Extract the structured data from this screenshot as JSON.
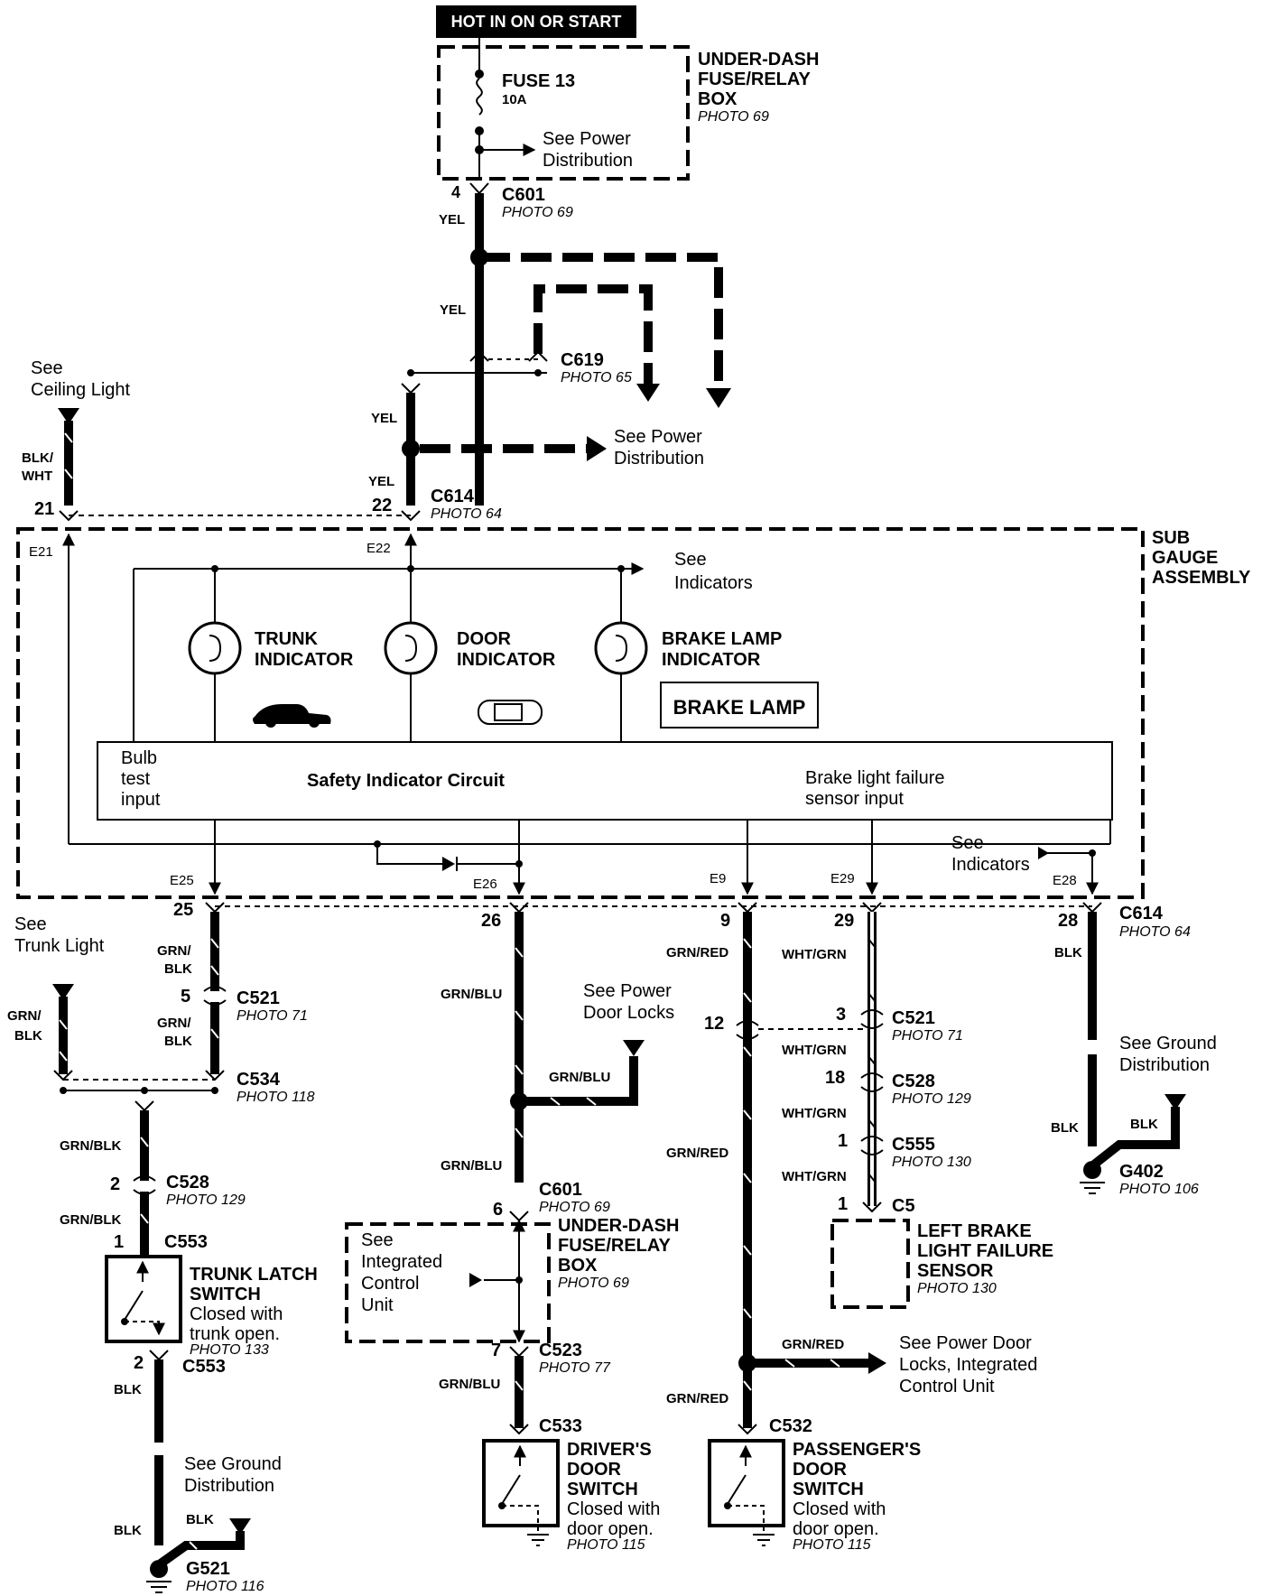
{
  "header": {
    "power_label": "HOT IN ON OR START"
  },
  "fuse_box_top": {
    "fuse": "FUSE 13",
    "rating": "10A",
    "see_power_1": "See Power",
    "see_power_2": "Distribution",
    "title_1": "UNDER-DASH",
    "title_2": "FUSE/RELAY",
    "title_3": "BOX",
    "photo": "PHOTO 69"
  },
  "c601_top": {
    "pin": "4",
    "name": "C601",
    "photo": "PHOTO 69",
    "wire": "YEL"
  },
  "c619": {
    "name": "C619",
    "photo": "PHOTO 65",
    "wire": "YEL"
  },
  "power_dist": {
    "line1": "See Power",
    "line2": "Distribution"
  },
  "ceiling": {
    "line1": "See",
    "line2": "Ceiling Light",
    "wire1": "BLK/",
    "wire2": "WHT",
    "pin": "21"
  },
  "c614_top": {
    "wire_a": "YEL",
    "wire_b": "YEL",
    "pin": "22",
    "name": "C614",
    "photo": "PHOTO 64"
  },
  "sub_gauge": {
    "title_1": "SUB",
    "title_2": "GAUGE",
    "title_3": "ASSEMBLY",
    "e21": "E21",
    "e22": "E22",
    "see_ind_1": "See",
    "see_ind_2": "Indicators",
    "trunk_1": "TRUNK",
    "trunk_2": "INDICATOR",
    "door_1": "DOOR",
    "door_2": "INDICATOR",
    "brake_1": "BRAKE LAMP",
    "brake_2": "INDICATOR",
    "brake_lamp_label": "BRAKE LAMP",
    "bulb_1": "Bulb",
    "bulb_2": "test",
    "bulb_3": "input",
    "circuit": "Safety Indicator Circuit",
    "failure_1": "Brake light failure",
    "failure_2": "sensor input",
    "see_ind2_1": "See",
    "see_ind2_2": "Indicators",
    "e25": "E25",
    "e26": "E26",
    "e9": "E9",
    "e29": "E29",
    "e28": "E28"
  },
  "c614_bottom": {
    "pin25": "25",
    "pin26": "26",
    "pin9": "9",
    "pin29": "29",
    "pin28": "28",
    "name": "C614",
    "photo": "PHOTO 64"
  },
  "trunk_branch": {
    "see_1": "See",
    "see_2": "Trunk Light",
    "wire_grn_blk_1": "GRN/",
    "wire_grn_blk_2": "BLK",
    "c521_pin": "5",
    "c521": "C521",
    "c521_photo": "PHOTO 71",
    "c534": "C534",
    "c534_photo": "PHOTO 118",
    "left_wire_1": "GRN/",
    "left_wire_2": "BLK",
    "wire_a": "GRN/BLK",
    "c528_pin": "2",
    "c528": "C528",
    "c528_photo": "PHOTO 129",
    "wire_b": "GRN/BLK",
    "c553_pin1": "1",
    "c553": "C553",
    "switch_1": "TRUNK LATCH",
    "switch_2": "SWITCH",
    "switch_3": "Closed with",
    "switch_4": "trunk open.",
    "switch_photo": "PHOTO 133",
    "c553_pin2": "2",
    "c553_b": "C553",
    "wire_blk": "BLK",
    "ground_1": "See Ground",
    "ground_2": "Distribution",
    "wire_blk2": "BLK",
    "wire_blk3": "BLK",
    "g521": "G521",
    "g521_photo": "PHOTO 116"
  },
  "driver_branch": {
    "wire_a": "GRN/BLU",
    "see_1": "See Power",
    "see_2": "Door Locks",
    "wire_b": "GRN/BLU",
    "wire_c": "GRN/BLU",
    "c601_pin": "6",
    "c601": "C601",
    "c601_photo": "PHOTO 69",
    "icu_1": "See",
    "icu_2": "Integrated",
    "icu_3": "Control",
    "icu_4": "Unit",
    "box_1": "UNDER-DASH",
    "box_2": "FUSE/RELAY",
    "box_3": "BOX",
    "box_photo": "PHOTO 69",
    "c523_pin": "7",
    "c523": "C523",
    "c523_photo": "PHOTO 77",
    "wire_d": "GRN/BLU",
    "c533": "C533",
    "switch_1": "DRIVER'S",
    "switch_2": "DOOR",
    "switch_3": "SWITCH",
    "switch_4": "Closed with",
    "switch_5": "door open.",
    "switch_photo": "PHOTO 115"
  },
  "passenger_branch": {
    "wire_a": "GRN/RED",
    "pin12": "12",
    "wire_b": "GRN/RED",
    "wire_c": "GRN/RED",
    "see_1": "See Power Door",
    "see_2": "Locks, Integrated",
    "see_3": "Control Unit",
    "wire_d": "GRN/RED",
    "c532": "C532",
    "switch_1": "PASSENGER'S",
    "switch_2": "DOOR",
    "switch_3": "SWITCH",
    "switch_4": "Closed with",
    "switch_5": "door open.",
    "switch_photo": "PHOTO 115"
  },
  "sensor_branch": {
    "wire_a": "WHT/GRN",
    "c521_pin": "3",
    "c521": "C521",
    "c521_photo": "PHOTO 71",
    "wire_b": "WHT/GRN",
    "c528_pin": "18",
    "c528": "C528",
    "c528_photo": "PHOTO 129",
    "wire_c": "WHT/GRN",
    "c555_pin": "1",
    "c555": "C555",
    "c555_photo": "PHOTO 130",
    "wire_d": "WHT/GRN",
    "c5_pin": "1",
    "c5": "C5",
    "sensor_1": "LEFT BRAKE",
    "sensor_2": "LIGHT FAILURE",
    "sensor_3": "SENSOR",
    "sensor_photo": "PHOTO 130"
  },
  "ground_branch": {
    "wire_a": "BLK",
    "see_1": "See Ground",
    "see_2": "Distribution",
    "wire_b": "BLK",
    "wire_c": "BLK",
    "g402": "G402",
    "g402_photo": "PHOTO 106"
  }
}
